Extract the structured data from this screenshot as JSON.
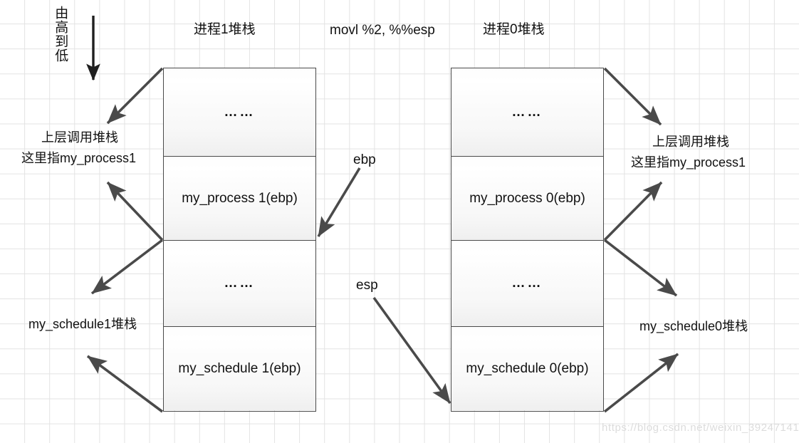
{
  "diagram": {
    "direction_note": "由高到低",
    "titles": {
      "left_stack": "进程1堆栈",
      "instruction": "movl %2, %%esp",
      "right_stack": "进程0堆栈"
    },
    "registers": {
      "ebp": "ebp",
      "esp": "esp"
    },
    "left_stack": {
      "cells": [
        {
          "text": "……",
          "kind": "ellipsis"
        },
        {
          "text": "my_process 1(ebp)",
          "kind": "frame"
        },
        {
          "text": "……",
          "kind": "ellipsis"
        },
        {
          "text": "my_schedule 1(ebp)",
          "kind": "frame"
        }
      ]
    },
    "right_stack": {
      "cells": [
        {
          "text": "……",
          "kind": "ellipsis"
        },
        {
          "text": "my_process 0(ebp)",
          "kind": "frame"
        },
        {
          "text": "……",
          "kind": "ellipsis"
        },
        {
          "text": "my_schedule 0(ebp)",
          "kind": "frame"
        }
      ]
    },
    "annotations": {
      "left_caller_line1": "上层调用堆栈",
      "left_caller_line2": "这里指my_process1",
      "left_schedule": "my_schedule1堆栈",
      "right_caller_line1": "上层调用堆栈",
      "right_caller_line2": "这里指my_process1",
      "right_schedule": "my_schedule0堆栈"
    },
    "watermark": "https://blog.csdn.net/weixin_39247141",
    "colors": {
      "grid": "#e3e3e3",
      "box_border": "#4a4a4a",
      "arrow": "#4a4a4a",
      "text": "#111111"
    }
  }
}
